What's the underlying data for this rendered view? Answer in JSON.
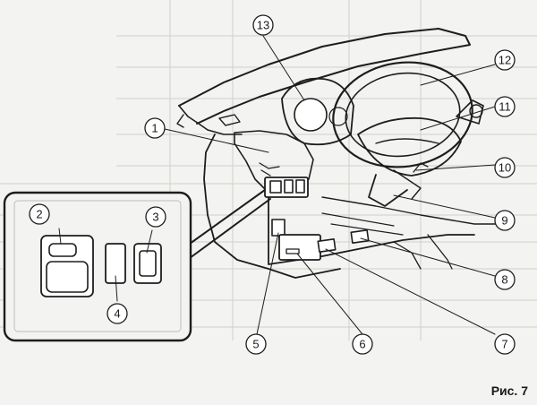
{
  "figure": {
    "caption": "Рис. 7"
  },
  "callouts": [
    {
      "id": "1",
      "label": "1"
    },
    {
      "id": "2",
      "label": "2"
    },
    {
      "id": "3",
      "label": "3"
    },
    {
      "id": "4",
      "label": "4"
    },
    {
      "id": "5",
      "label": "5"
    },
    {
      "id": "6",
      "label": "6"
    },
    {
      "id": "7",
      "label": "7"
    },
    {
      "id": "8",
      "label": "8"
    },
    {
      "id": "9",
      "label": "9"
    },
    {
      "id": "10",
      "label": "10"
    },
    {
      "id": "11",
      "label": "11"
    },
    {
      "id": "12",
      "label": "12"
    },
    {
      "id": "13",
      "label": "13"
    }
  ]
}
